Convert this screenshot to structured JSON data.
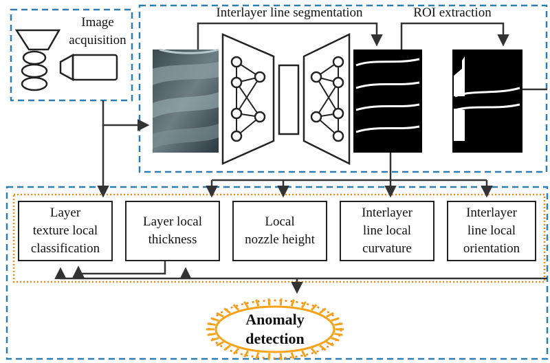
{
  "labels": {
    "image_acquisition": "Image\nacquisition",
    "interlayer_segmentation": "Interlayer line segmentation",
    "roi_extraction": "ROI extraction"
  },
  "modules": [
    {
      "id": "texture",
      "label": "Layer\ntexture local\nclassification"
    },
    {
      "id": "thickness",
      "label": "Layer local\nthickness"
    },
    {
      "id": "nozzle",
      "label": "Local\nnozzle height"
    },
    {
      "id": "curvature",
      "label": "Interlayer\nline local\ncurvature"
    },
    {
      "id": "orientation",
      "label": "Interlayer\nline local\norientation"
    }
  ],
  "anomaly": {
    "label": "Anomaly\ndetection"
  },
  "colors": {
    "dashed_border": "#2a7fb0",
    "dotted_border": "#f08a18",
    "anomaly_fill": "#f7a21b",
    "line": "#333333"
  },
  "icons": [
    "camera-icon",
    "nozzle-icon",
    "encoder-decoder-network-icon"
  ]
}
